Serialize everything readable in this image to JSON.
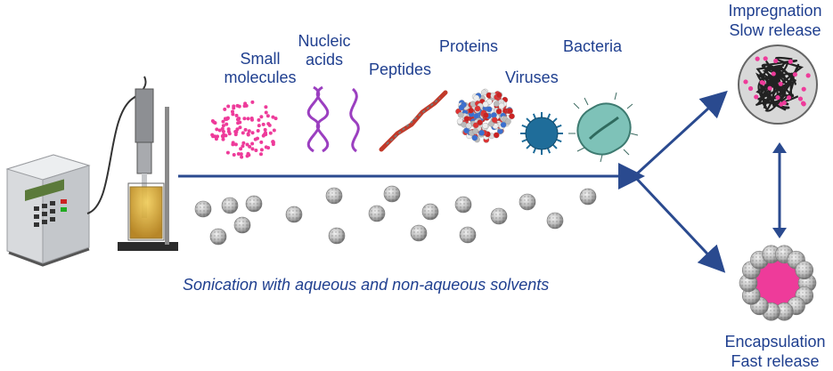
{
  "labels": {
    "small_molecules": "Small\nmolecules",
    "nucleic_acids": "Nucleic\nacids",
    "peptides": "Peptides",
    "proteins": "Proteins",
    "viruses": "Viruses",
    "bacteria": "Bacteria"
  },
  "outcomes": {
    "impregnation": "Impregnation",
    "slow_release": "Slow release",
    "encapsulation": "Encapsulation",
    "fast_release": "Fast release"
  },
  "caption": "Sonication with aqueous and non-aqueous solvents",
  "colors": {
    "text": "#1f3f8f",
    "arrow": "#2a4a8f",
    "payload": "#ee3b9a",
    "dna": "#9b3fc0",
    "virus": "#1f6d9a",
    "bacteria": "#7ec2b8"
  }
}
